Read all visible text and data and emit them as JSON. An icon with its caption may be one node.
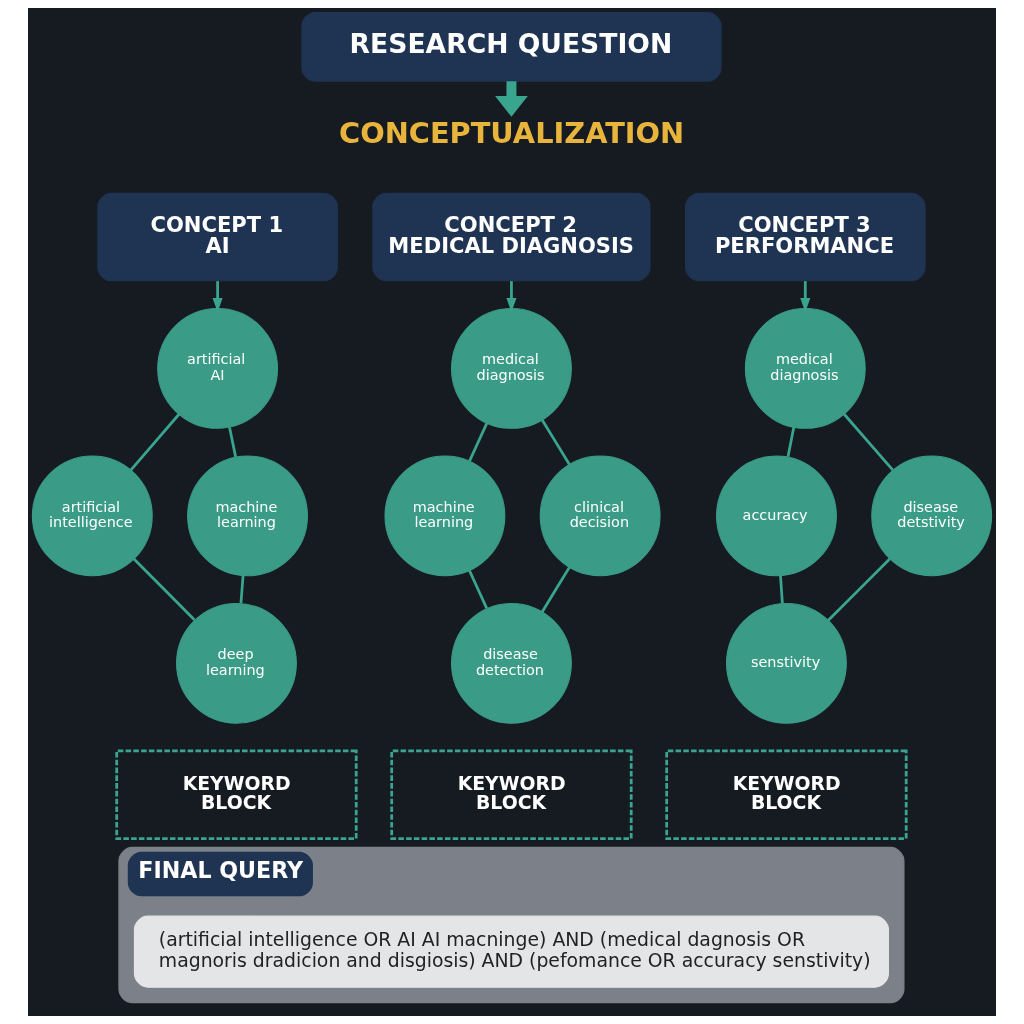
{
  "diagram": {
    "nodes": [
      {
        "text": [
          "RESEARCH QUESTION"
        ]
      },
      {
        "text": [
          "CONCEPTUALIZATION"
        ]
      },
      {
        "text": [
          "CONCEPT 1",
          "AI"
        ]
      },
      {
        "text": [
          "CONCEPT 2",
          "MEDICAL DIAGNOSIS"
        ]
      },
      {
        "text": [
          "CONCEPT 3",
          "PERFORMANCE"
        ]
      },
      {
        "text": [
          "artificial AI"
        ]
      },
      {
        "text": [
          "artificial intelligence"
        ]
      },
      {
        "text": [
          "machine learning"
        ]
      },
      {
        "text": [
          "deep learning"
        ]
      },
      {
        "text": [
          "medical diagnosis"
        ]
      },
      {
        "text": [
          "machine learning"
        ]
      },
      {
        "text": [
          "clinical decision"
        ]
      },
      {
        "text": [
          "disease detection"
        ]
      },
      {
        "text": [
          "medical diagnosis"
        ]
      },
      {
        "text": [
          "accuracy"
        ]
      },
      {
        "text": [
          "disease detstivity"
        ]
      },
      {
        "text": [
          "senstivity"
        ]
      },
      {
        "text": [
          "KEYWORD BLOCK"
        ]
      },
      {
        "text": [
          "KEYWORD BLOCK"
        ]
      },
      {
        "text": [
          "KEYWORD BLOCK"
        ]
      },
      {
        "text": [
          "FINAL QUERY"
        ]
      },
      {
        "text": [
          "(artificial intelligence OR AI AI macninge) AND (medical dagnosis OR magnoris dradicion and disgiosis) AND (pefomance OR accuracy senstivity)"
        ],
        "in": 20
      }
    ],
    "edges": [
      {
        "from": 0,
        "to": 1,
        "arrow": "to",
        "style": "thick"
      },
      {
        "from": 2,
        "to": 5,
        "arrow": "to"
      },
      {
        "from": 5,
        "to": 6,
        "arrow": "none"
      },
      {
        "from": 5,
        "to": 7,
        "arrow": "none"
      },
      {
        "from": 6,
        "to": 8,
        "arrow": "none"
      },
      {
        "from": 7,
        "to": 8,
        "arrow": "none"
      },
      {
        "from": 3,
        "to": 9,
        "arrow": "to"
      },
      {
        "from": 9,
        "to": 10,
        "arrow": "none"
      },
      {
        "from": 9,
        "to": 11,
        "arrow": "none"
      },
      {
        "from": 10,
        "to": 12,
        "arrow": "none"
      },
      {
        "from": 11,
        "to": 12,
        "arrow": "none"
      },
      {
        "from": 4,
        "to": 13,
        "arrow": "to"
      },
      {
        "from": 13,
        "to": 14,
        "arrow": "none"
      },
      {
        "from": 13,
        "to": 15,
        "arrow": "none"
      },
      {
        "from": 14,
        "to": 16,
        "arrow": "none"
      },
      {
        "from": 15,
        "to": 16,
        "arrow": "none"
      }
    ]
  }
}
